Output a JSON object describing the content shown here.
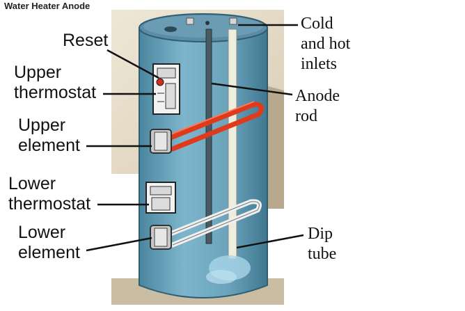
{
  "title": "Water Heater Anode",
  "labels": {
    "reset": "Reset",
    "upper_thermostat": [
      "Upper",
      "thermostat"
    ],
    "upper_element": [
      "Upper",
      "element"
    ],
    "lower_thermostat": [
      "Lower",
      "thermostat"
    ],
    "lower_element": [
      "Lower",
      "element"
    ],
    "cold_hot_inlets": [
      "Cold",
      "and hot",
      "inlets"
    ],
    "anode_rod": [
      "Anode",
      "rod"
    ],
    "dip_tube": [
      "Dip",
      "tube"
    ]
  },
  "colors": {
    "tank_body": "#6fa8c0",
    "tank_dark": "#3f7890",
    "tank_top": "#5b8ea6",
    "wall": "#e6dcc8",
    "wall_shadow": "#b8a98e",
    "heating_element_upper": "#e03a1c",
    "heating_element_lower": "#f0f0f0",
    "anode_rod": "#4a5a62",
    "dip_tube": "#eeeede"
  }
}
